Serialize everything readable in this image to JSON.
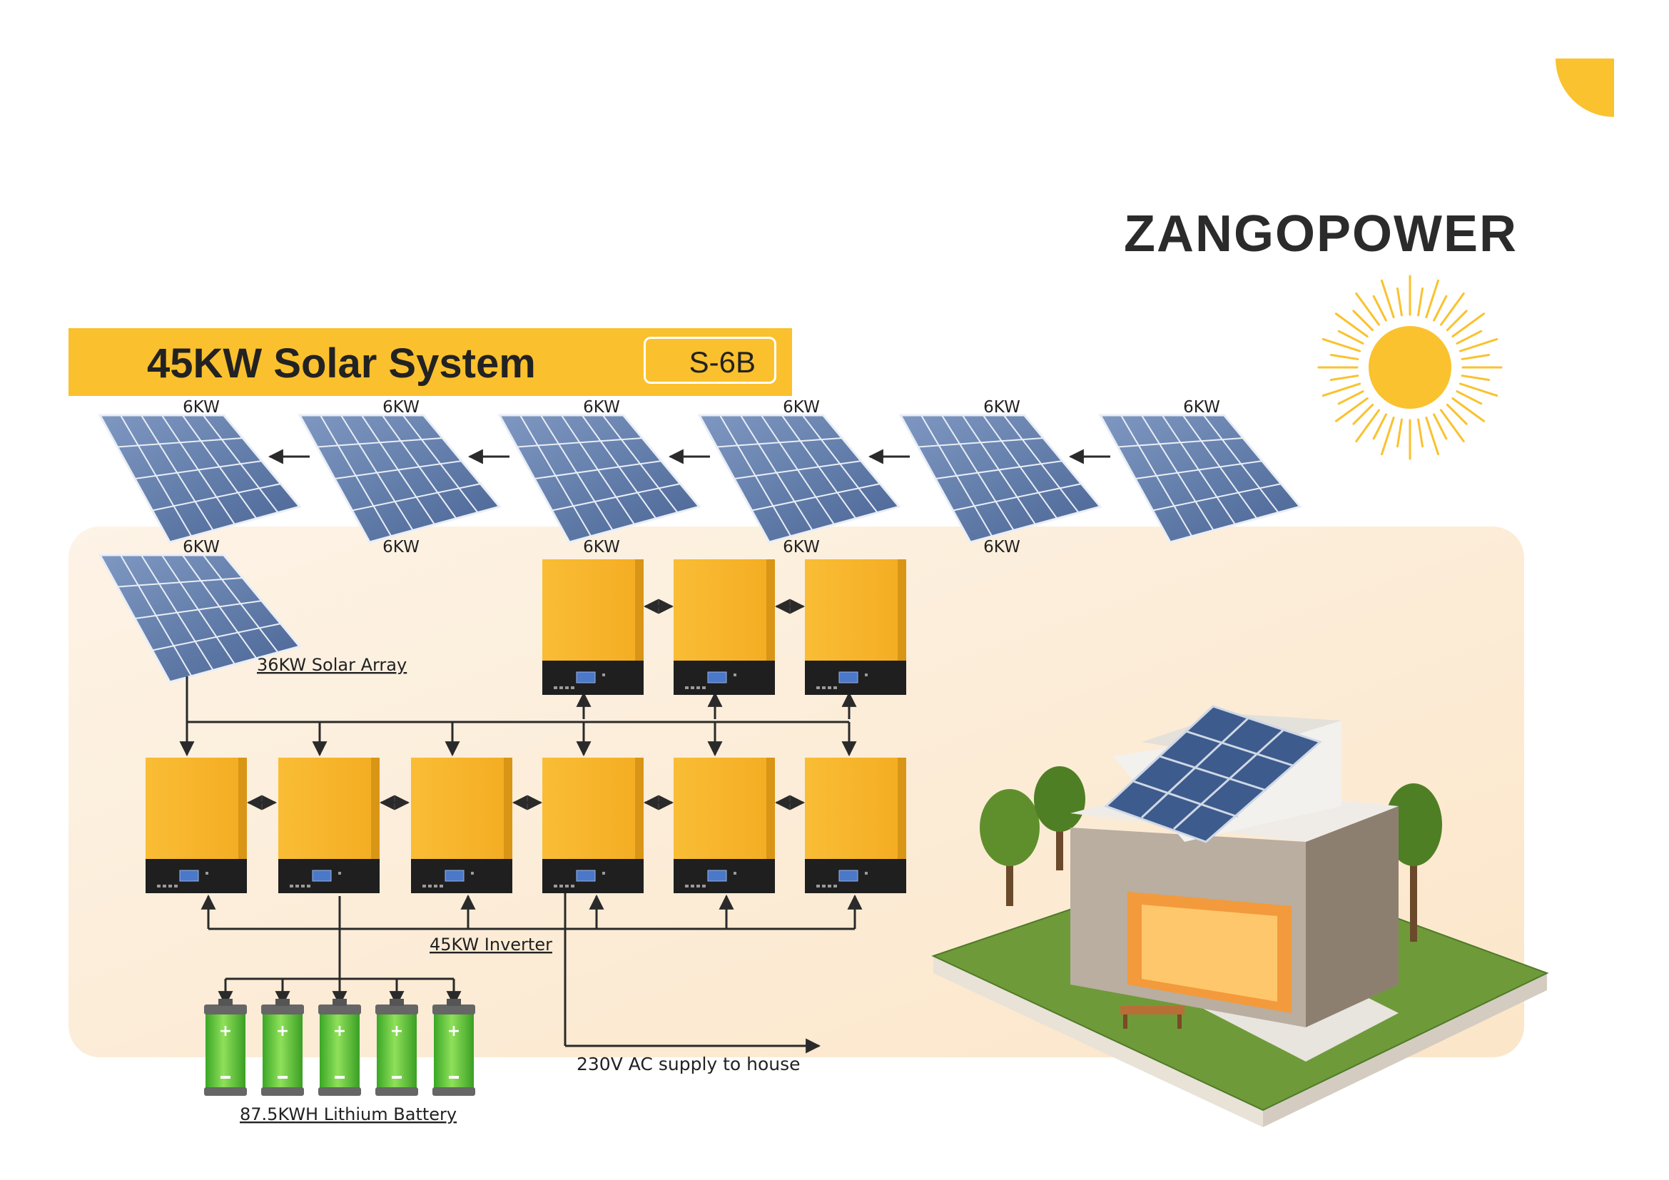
{
  "brand": {
    "name": "ZANGOPOWER"
  },
  "title": {
    "text": "45KW Solar System",
    "model": "S-6B"
  },
  "panels": {
    "top_row_labels": [
      "6KW",
      "6KW",
      "6KW",
      "6KW",
      "6KW",
      "6KW"
    ],
    "second_row_labels": [
      "6KW",
      "6KW",
      "6KW",
      "6KW",
      "6KW"
    ],
    "array_label": "36KW Solar Array"
  },
  "inverter": {
    "label": "45KW Inverter"
  },
  "battery": {
    "label": "87.5KWH Lithium Battery"
  },
  "ac_supply": {
    "label": "230V AC supply to house"
  },
  "colors": {
    "accent": "#fbc02d",
    "panel_blue": "#5d7aa8",
    "inverter_yellow": "#f8b82e",
    "inverter_base": "#1f1f1f",
    "battery_green": "#58c43a",
    "background_panel": "#fcefdc",
    "sun": "#f9c22e"
  }
}
